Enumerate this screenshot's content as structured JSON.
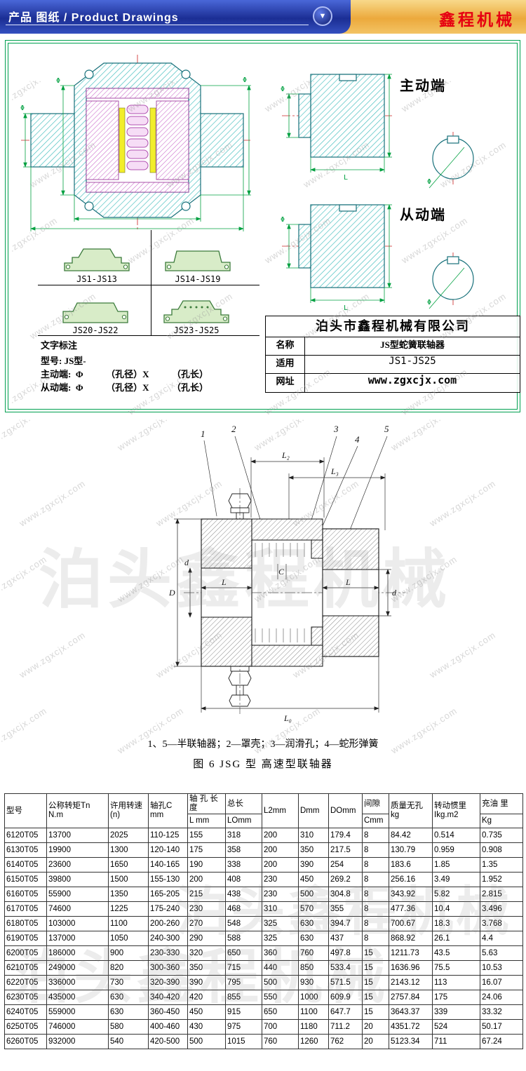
{
  "header": {
    "title": "产品 图纸 / Product Drawings",
    "arrow": "▼",
    "brand": "鑫程机械"
  },
  "drawing": {
    "driving_end_label": "主动端",
    "driven_end_label": "从动端",
    "phi": "Φ",
    "dim_l": "L",
    "profiles": [
      "JS1-JS13",
      "JS14-JS19",
      "JS20-JS22",
      "JS23-JS25"
    ],
    "notes": {
      "title": "文字标注",
      "model": "型号: JS型-",
      "driving": "主动端:  Φ　　　（孔径）X　　　（孔长）",
      "driven": "从动端:  Φ　　　（孔径）X　　　（孔长）"
    },
    "info_table": {
      "company": "泊头市鑫程机械有限公司",
      "rows": [
        {
          "label": "名称",
          "value": "JS型蛇簧联轴器"
        },
        {
          "label": "适用",
          "value": "JS1-JS25"
        },
        {
          "label": "网址",
          "value": "www.zgxcjx.com"
        }
      ]
    }
  },
  "figure": {
    "callouts": [
      "1",
      "2",
      "3",
      "4",
      "5"
    ],
    "dims": {
      "l2": "L₂",
      "l3": "L₃",
      "l0": "L₀",
      "D": "D",
      "d": "d",
      "c": "C",
      "l": "L"
    },
    "caption_parts": "1、5—半联轴器；2—罩壳；3—润滑孔；4—蛇形弹簧",
    "caption_title": "图 6  JSG 型  高速型联轴器"
  },
  "table": {
    "headers": {
      "model": "型号",
      "torque": "公称转矩Tn N.m",
      "speed": "许用转速 (n)",
      "bore": "轴孔C mm",
      "bore_length": "轴 孔 长 度",
      "total_length": "总长",
      "l2": "L2mm",
      "d": "Dmm",
      "d0": "DOmm",
      "clearance": "间隙",
      "mass": "质量无孔 kg",
      "inertia": "转动惯里 Ikg.m2",
      "oil": "充油 里",
      "sub_l": "L mm",
      "sub_l0": "LOmm",
      "sub_c": "Cmm",
      "sub_kg": "Kg"
    },
    "rows": [
      [
        "6120T05",
        "13700",
        "2025",
        "110-125",
        "155",
        "318",
        "200",
        "310",
        "179.4",
        "8",
        "84.42",
        "0.514",
        "0.735"
      ],
      [
        "6130T05",
        "19900",
        "1300",
        "120-140",
        "175",
        "358",
        "200",
        "350",
        "217.5",
        "8",
        "130.79",
        "0.959",
        "0.908"
      ],
      [
        "6140T05",
        "23600",
        "1650",
        "140-165",
        "190",
        "338",
        "200",
        "390",
        "254",
        "8",
        "183.6",
        "1.85",
        "1.35"
      ],
      [
        "6150T05",
        "39800",
        "1500",
        "155-130",
        "200",
        "408",
        "230",
        "450",
        "269.2",
        "8",
        "256.16",
        "3.49",
        "1.952"
      ],
      [
        "6160T05",
        "55900",
        "1350",
        "165-205",
        "215",
        "438",
        "230",
        "500",
        "304.8",
        "8",
        "343.92",
        "5.82",
        "2.815"
      ],
      [
        "6170T05",
        "74600",
        "1225",
        "175-240",
        "230",
        "468",
        "310",
        "570",
        "355",
        "8",
        "477.36",
        "10.4",
        "3.496"
      ],
      [
        "6180T05",
        "103000",
        "1100",
        "200-260",
        "270",
        "548",
        "325",
        "630",
        "394.7",
        "8",
        "700.67",
        "18.3",
        "3.768"
      ],
      [
        "6190T05",
        "137000",
        "1050",
        "240-300",
        "290",
        "588",
        "325",
        "630",
        "437",
        "8",
        "868.92",
        "26.1",
        "4.4"
      ],
      [
        "6200T05",
        "186000",
        "900",
        "230-330",
        "320",
        "650",
        "360",
        "760",
        "497.8",
        "15",
        "1211.73",
        "43.5",
        "5.63"
      ],
      [
        "6210T05",
        "249000",
        "820",
        "300-360",
        "350",
        "715",
        "440",
        "850",
        "533.4",
        "15",
        "1636.96",
        "75.5",
        "10.53"
      ],
      [
        "6220T05",
        "336000",
        "730",
        "320-390",
        "390",
        "795",
        "500",
        "930",
        "571.5",
        "15",
        "2143.12",
        "113",
        "16.07"
      ],
      [
        "6230T05",
        "435000",
        "630",
        "340-420",
        "420",
        "855",
        "550",
        "1000",
        "609.9",
        "15",
        "2757.84",
        "175",
        "24.06"
      ],
      [
        "6240T05",
        "559000",
        "630",
        "360-450",
        "450",
        "915",
        "650",
        "1100",
        "647.7",
        "15",
        "3643.37",
        "339",
        "33.32"
      ],
      [
        "6250T05",
        "746000",
        "580",
        "400-460",
        "430",
        "975",
        "700",
        "1180",
        "711.2",
        "20",
        "4351.72",
        "524",
        "50.17"
      ],
      [
        "6260T05",
        "932000",
        "540",
        "420-500",
        "500",
        "1015",
        "760",
        "1260",
        "762",
        "20",
        "5123.34",
        "711",
        "67.24"
      ]
    ]
  },
  "watermark": {
    "url": "www.zgxcjx.com",
    "brand": "泊头鑫程机械"
  }
}
